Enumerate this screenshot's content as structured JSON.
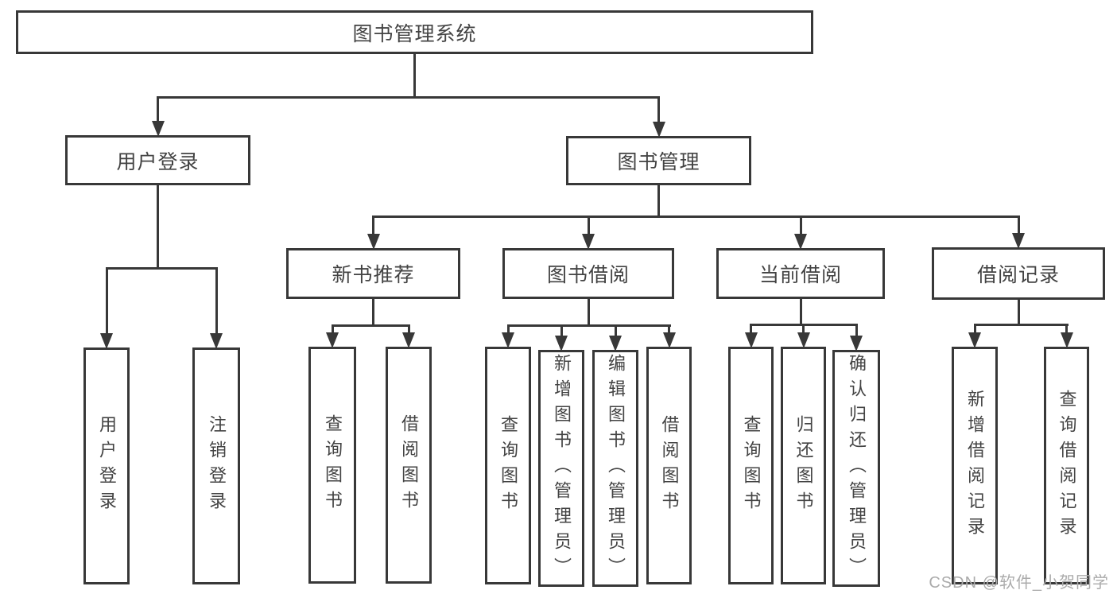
{
  "diagram_title": "图书管理系统",
  "watermark": {
    "text": "CSDN @软件_小贺同学"
  },
  "colors": {
    "line": "#383838",
    "box_fill": "#ffffff",
    "label": "#434343",
    "watermark": "#ababab"
  },
  "nodes": [
    {
      "id": "root",
      "label": "图书管理系统",
      "orientation": "horizontal",
      "parent": null
    },
    {
      "id": "user-login",
      "label": "用户登录",
      "orientation": "horizontal",
      "parent": "root"
    },
    {
      "id": "book-management",
      "label": "图书管理",
      "orientation": "horizontal",
      "parent": "root"
    },
    {
      "id": "new-book-recommend",
      "label": "新书推荐",
      "orientation": "horizontal",
      "parent": "book-management"
    },
    {
      "id": "book-borrow",
      "label": "图书借阅",
      "orientation": "horizontal",
      "parent": "book-management"
    },
    {
      "id": "current-borrow",
      "label": "当前借阅",
      "orientation": "horizontal",
      "parent": "book-management"
    },
    {
      "id": "borrow-records",
      "label": "借阅记录",
      "orientation": "horizontal",
      "parent": "book-management"
    },
    {
      "id": "user-login-vertical",
      "label": "用户登录",
      "orientation": "vertical",
      "parent": "user-login"
    },
    {
      "id": "logout",
      "label": "注销登录",
      "orientation": "vertical",
      "parent": "user-login"
    },
    {
      "id": "query-book-recommend",
      "label": "查询图书",
      "orientation": "vertical",
      "parent": "new-book-recommend"
    },
    {
      "id": "borrow-book-recommend",
      "label": "借阅图书",
      "orientation": "vertical",
      "parent": "new-book-recommend"
    },
    {
      "id": "query-book-borrow",
      "label": "查询图书",
      "orientation": "vertical",
      "parent": "book-borrow"
    },
    {
      "id": "add-book-admin",
      "label": "新增图书（管理员）",
      "orientation": "vertical",
      "parent": "book-borrow"
    },
    {
      "id": "edit-book-admin",
      "label": "编辑图书（管理员）",
      "orientation": "vertical",
      "parent": "book-borrow"
    },
    {
      "id": "borrow-book",
      "label": "借阅图书",
      "orientation": "vertical",
      "parent": "book-borrow"
    },
    {
      "id": "query-book-current",
      "label": "查询图书",
      "orientation": "vertical",
      "parent": "current-borrow"
    },
    {
      "id": "return-book",
      "label": "归还图书",
      "orientation": "vertical",
      "parent": "current-borrow"
    },
    {
      "id": "confirm-return-admin",
      "label": "确认归还（管理员）",
      "orientation": "vertical",
      "parent": "current-borrow"
    },
    {
      "id": "add-borrow-record",
      "label": "新增借阅记录",
      "orientation": "vertical",
      "parent": "borrow-records"
    },
    {
      "id": "query-borrow-record",
      "label": "查询借阅记录",
      "orientation": "vertical",
      "parent": "borrow-records"
    }
  ]
}
